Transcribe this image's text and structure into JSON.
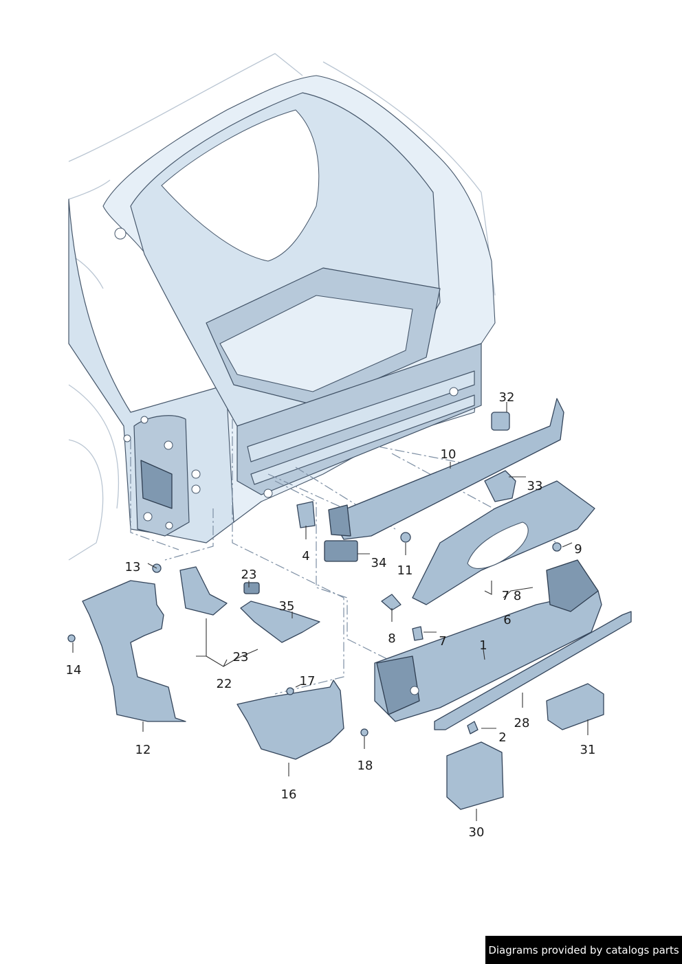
{
  "callouts": [
    {
      "id": "1",
      "label": "1"
    },
    {
      "id": "2",
      "label": "2"
    },
    {
      "id": "4",
      "label": "4"
    },
    {
      "id": "6",
      "label": "6"
    },
    {
      "id": "7",
      "label": "7"
    },
    {
      "id": "7_8",
      "label": "7 8"
    },
    {
      "id": "8",
      "label": "8"
    },
    {
      "id": "9",
      "label": "9"
    },
    {
      "id": "10",
      "label": "10"
    },
    {
      "id": "11",
      "label": "11"
    },
    {
      "id": "12",
      "label": "12"
    },
    {
      "id": "13",
      "label": "13"
    },
    {
      "id": "14",
      "label": "14"
    },
    {
      "id": "16",
      "label": "16"
    },
    {
      "id": "17",
      "label": "17"
    },
    {
      "id": "18",
      "label": "18"
    },
    {
      "id": "22",
      "label": "22"
    },
    {
      "id": "23",
      "label": "23"
    },
    {
      "id": "23b",
      "label": "23"
    },
    {
      "id": "28",
      "label": "28"
    },
    {
      "id": "30",
      "label": "30"
    },
    {
      "id": "31",
      "label": "31"
    },
    {
      "id": "32",
      "label": "32"
    },
    {
      "id": "33",
      "label": "33"
    },
    {
      "id": "34",
      "label": "34"
    },
    {
      "id": "35",
      "label": "35"
    }
  ],
  "watermark": "Diagrams provided by catalogs parts",
  "colors": {
    "body_fill": "#d5e3ef",
    "part_fill": "#a9bfd3",
    "outline": "#45566a",
    "watermark_bg": "#000000",
    "watermark_text": "#ffffff"
  }
}
